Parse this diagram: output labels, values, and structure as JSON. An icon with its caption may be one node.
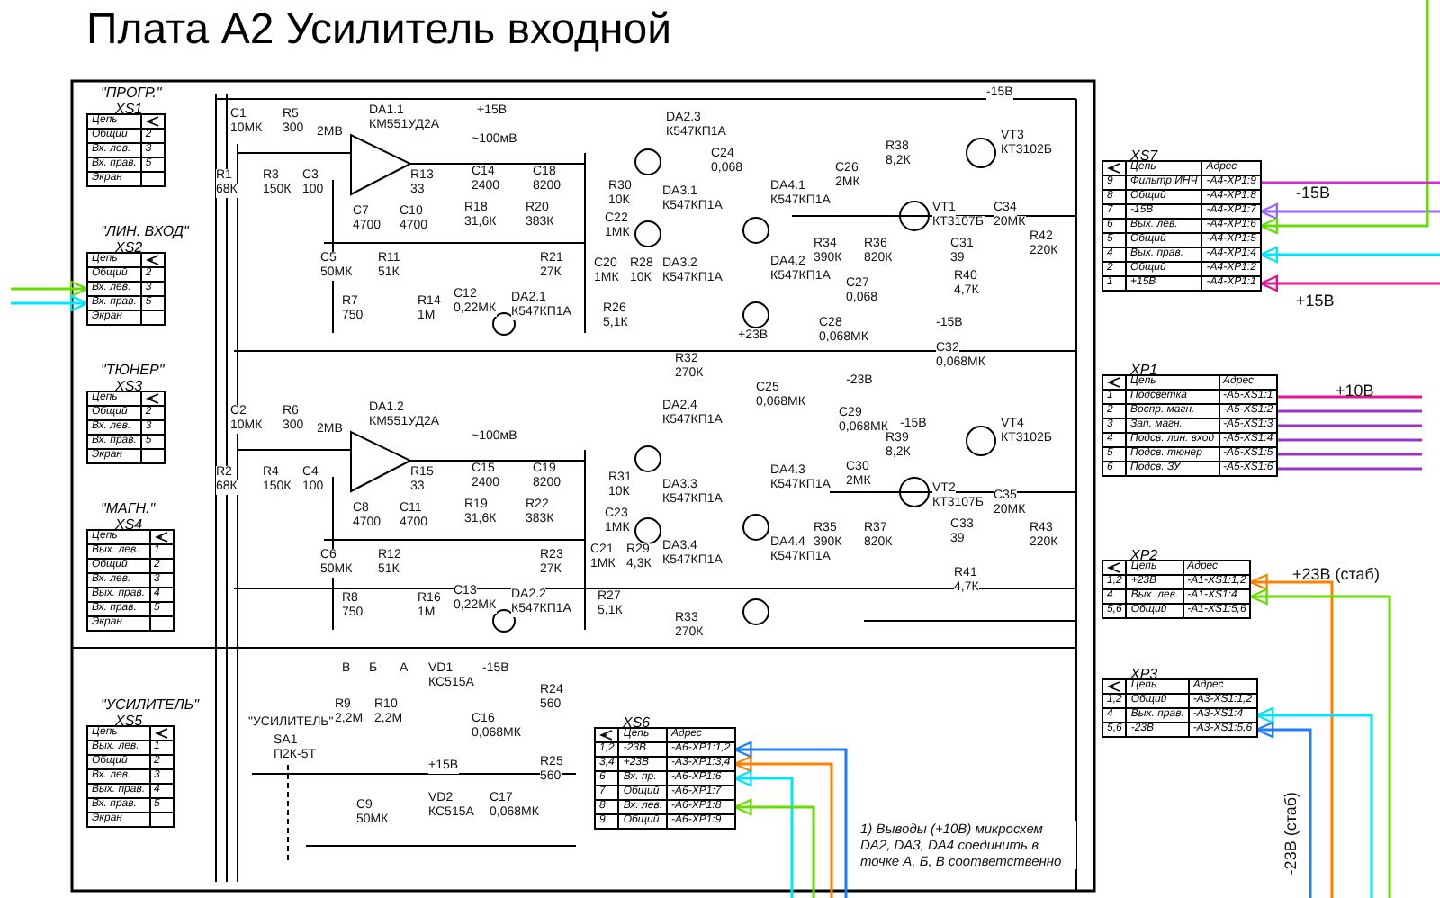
{
  "diagram": {
    "title": "Плата А2 Усилитель входной",
    "nodes": [
      {
        "text": [
          "\"ПРОГР.\"",
          "XS1",
          "Цепь",
          "Общий",
          "2",
          "Вх. лев.",
          "3",
          "Вх. прав.",
          "5",
          "Экран"
        ]
      },
      {
        "text": [
          "\"ЛИН. ВХОД\"",
          "XS2",
          "Цепь",
          "Общий",
          "2",
          "Вх. лев.",
          "3",
          "Вх. прав.",
          "5",
          "Экран"
        ]
      },
      {
        "text": [
          "\"ТЮНЕР\"",
          "XS3",
          "Цепь",
          "Общий",
          "2",
          "Вх. лев.",
          "3",
          "Вх. прав.",
          "5",
          "Экран"
        ]
      },
      {
        "text": [
          "\"МАГН.\"",
          "XS4",
          "Цепь",
          "Вых. лев.",
          "1",
          "Общий",
          "2",
          "Вх. лев.",
          "3",
          "Вых. прав.",
          "4",
          "Вх. прав.",
          "5",
          "Экран"
        ]
      },
      {
        "text": [
          "\"УСИЛИТЕЛЬ\"",
          "XS5",
          "Цепь",
          "Вых. лев.",
          "1",
          "Общий",
          "2",
          "Вх. лев.",
          "3",
          "Вых. прав.",
          "4",
          "Вх. прав.",
          "5",
          "Экран"
        ]
      },
      {
        "text": [
          "XS6",
          "Цепь",
          "Адрес",
          "1,2",
          "-23В",
          "-А6-XP1:1,2",
          "3,4",
          "+23В",
          "-А3-XP1:3,4",
          "6",
          "Вх. пр.",
          "-А6-XP1:6",
          "7",
          "Общий",
          "-А6-XP1:7",
          "8",
          "Вх. лев.",
          "-А6-XP1:8",
          "9",
          "Общий",
          "-А6-XP1:9"
        ]
      },
      {
        "text": [
          "XS7",
          "Цепь",
          "Адрес",
          "9",
          "Фильтр ИНЧ",
          "-А4-XP1:9",
          "8",
          "Общий",
          "-А4-XP1:8",
          "7",
          "-15В",
          "-А4-XP1:7",
          "6",
          "Вых. лев.",
          "-А4-XP1:6",
          "5",
          "Общий",
          "-А4-XP1:5",
          "4",
          "Вых. прав.",
          "-А4-XP1:4",
          "2",
          "Общий",
          "-А4-XP1:2",
          "1",
          "+15В",
          "-А4-XP1:1"
        ]
      },
      {
        "text": [
          "XP1",
          "Цепь",
          "Адрес",
          "1",
          "Подсветка",
          "-А5-XS1:1",
          "2",
          "Воспр. магн.",
          "-А5-XS1:2",
          "3",
          "Зап. магн.",
          "-А5-XS1:3",
          "4",
          "Подсв. лин. вход",
          "-А5-XS1:4",
          "5",
          "Подсв. тюнер",
          "-А5-XS1:5",
          "6",
          "Подсв. ЗУ",
          "-А5-XS1:6"
        ]
      },
      {
        "text": [
          "XP2",
          "Цепь",
          "Адрес",
          "1,2",
          "+23В",
          "-А1-XS1:1,2",
          "4",
          "Вых. лев.",
          "-А1-XS1:4",
          "5,6",
          "Общий",
          "-А1-XS1:5,6"
        ]
      },
      {
        "text": [
          "XP3",
          "Цепь",
          "Адрес",
          "1,2",
          "Общий",
          "-А3-XS1:1,2",
          "4",
          "Вых. прав.",
          "-А3-XS1:4",
          "5,6",
          "-23В",
          "-А3-XS1:5,6"
        ]
      }
    ],
    "edges": [
      {
        "from": null,
        "to": 1,
        "arrow": "to",
        "color": "#66dd00"
      },
      {
        "from": null,
        "to": 1,
        "arrow": "to",
        "color": "#00e5ff"
      },
      {
        "from": null,
        "to": 6,
        "arrow": "to",
        "color": "#9966ff"
      },
      {
        "from": null,
        "to": 6,
        "arrow": "to",
        "color": "#66dd00"
      },
      {
        "from": null,
        "to": 6,
        "arrow": "to",
        "color": "#00e5ff"
      },
      {
        "from": null,
        "to": 6,
        "arrow": "to",
        "color": "#e6148c"
      },
      {
        "from": null,
        "to": 5,
        "arrow": "to",
        "color": "#1a7fff"
      },
      {
        "from": null,
        "to": 5,
        "arrow": "to",
        "color": "#ff8000"
      },
      {
        "from": null,
        "to": 5,
        "arrow": "to",
        "color": "#00e5ff"
      },
      {
        "from": null,
        "to": 5,
        "arrow": "to",
        "color": "#66dd00"
      },
      {
        "from": null,
        "to": 8,
        "arrow": "to",
        "color": "#ff8000"
      },
      {
        "from": null,
        "to": 8,
        "arrow": "to",
        "color": "#66dd00"
      },
      {
        "from": null,
        "to": 9,
        "arrow": "to",
        "color": "#00e5ff"
      },
      {
        "from": null,
        "to": 9,
        "arrow": "to",
        "color": "#1a7fff"
      },
      {
        "from": 6,
        "to": null,
        "arrow": "none",
        "color": "#cc33cc"
      },
      {
        "from": 7,
        "to": null,
        "arrow": "none",
        "color": "#e6148c"
      },
      {
        "from": 7,
        "to": null,
        "arrow": "none",
        "color": "#9933cc"
      },
      {
        "from": 7,
        "to": null,
        "arrow": "none",
        "color": "#9933cc"
      },
      {
        "from": 7,
        "to": null,
        "arrow": "none",
        "color": "#9933cc"
      },
      {
        "from": 7,
        "to": null,
        "arrow": "none",
        "color": "#9933cc"
      },
      {
        "from": 7,
        "to": null,
        "arrow": "none",
        "color": "#9933cc"
      }
    ],
    "labels": [
      "C1",
      "10МК",
      "R5",
      "300",
      "2МВ",
      "R1",
      "68К",
      "R3",
      "150К",
      "C3",
      "100",
      "DA1.1",
      "КМ551УД2А",
      "+15В",
      "R13",
      "33",
      "C14",
      "2400",
      "C18",
      "8200",
      "~100мВ",
      "C7",
      "4700",
      "C10",
      "4700",
      "R18",
      "31,6К",
      "R20",
      "383К",
      "C5",
      "50МК",
      "R11",
      "51К",
      "R21",
      "27К",
      "R7",
      "750",
      "R14",
      "1М",
      "C12",
      "0,22МК",
      "DA2.1",
      "К547КП1А",
      "C2",
      "10МК",
      "R6",
      "300",
      "2МВ",
      "R2",
      "68К",
      "R4",
      "150К",
      "C4",
      "100",
      "DA1.2",
      "КМ551УД2А",
      "R15",
      "33",
      "C15",
      "2400",
      "C19",
      "8200",
      "~100мВ",
      "C8",
      "4700",
      "C11",
      "4700",
      "R19",
      "31,6К",
      "R22",
      "383К",
      "C6",
      "50МК",
      "R12",
      "51К",
      "R23",
      "27К",
      "R8",
      "750",
      "R16",
      "1М",
      "C13",
      "0,22МК",
      "DA2.2",
      "К547КП1А",
      "DA2.3",
      "К547КП1А",
      "R30",
      "10К",
      "DA3.1",
      "К547КП1А",
      "C24",
      "0,068",
      "C22",
      "1МК",
      "DA4.1",
      "К547КП1А",
      "C20",
      "1МК",
      "R28",
      "10К",
      "DA3.2",
      "К547КП1А",
      "DA4.2",
      "К547КП1А",
      "R26",
      "5,1К",
      "R32",
      "270К",
      "+23В",
      "-23В",
      "C27",
      "0,068",
      "C28",
      "0,068МК",
      "C26",
      "2МК",
      "R34",
      "390К",
      "R36",
      "820К",
      "VT1",
      "КТ3107Б",
      "R38",
      "8,2К",
      "VT3",
      "КТ3102Б",
      "C31",
      "39",
      "C34",
      "20МК",
      "R42",
      "220К",
      "R40",
      "4,7К",
      "-15В",
      "-15В",
      "C32",
      "0,068МК",
      "DA2.4",
      "К547КП1А",
      "C25",
      "0,068МК",
      "C29",
      "0,068МК",
      "R31",
      "10К",
      "DA3.3",
      "К547КП1А",
      "DA4.3",
      "К547КП1А",
      "C23",
      "1МК",
      "DA3.4",
      "К547КП1А",
      "DA4.4",
      "К547КП1А",
      "C21",
      "1МК",
      "R29",
      "4,3К",
      "R27",
      "5,1К",
      "R33",
      "270К",
      "C30",
      "2МК",
      "R35",
      "390К",
      "R37",
      "820К",
      "VT2",
      "КТ3107Б",
      "R39",
      "8,2К",
      "VT4",
      "КТ3102Б",
      "C33",
      "39",
      "C35",
      "20МК",
      "R43",
      "220К",
      "R41",
      "4,7К",
      "-15В",
      "В",
      "Б",
      "А",
      "R9",
      "2,2М",
      "R10",
      "2,2М",
      "VD1",
      "КС515А",
      "-15В",
      "R24",
      "560",
      "C16",
      "0,068МК",
      "\"УСИЛИТЕЛЬ\"",
      "SA1",
      "П2К-5Т",
      "+15В",
      "R25",
      "560",
      "C9",
      "50МК",
      "VD2",
      "КС515А",
      "C17",
      "0,068МК",
      "1) Выводы (+10В) микросхем DA2, DA3, DA4 соединить в точке А, Б, В соответственно",
      "-15В",
      "+15В",
      "+10В",
      "+23В (стаб)",
      "-23В (стаб)"
    ]
  }
}
